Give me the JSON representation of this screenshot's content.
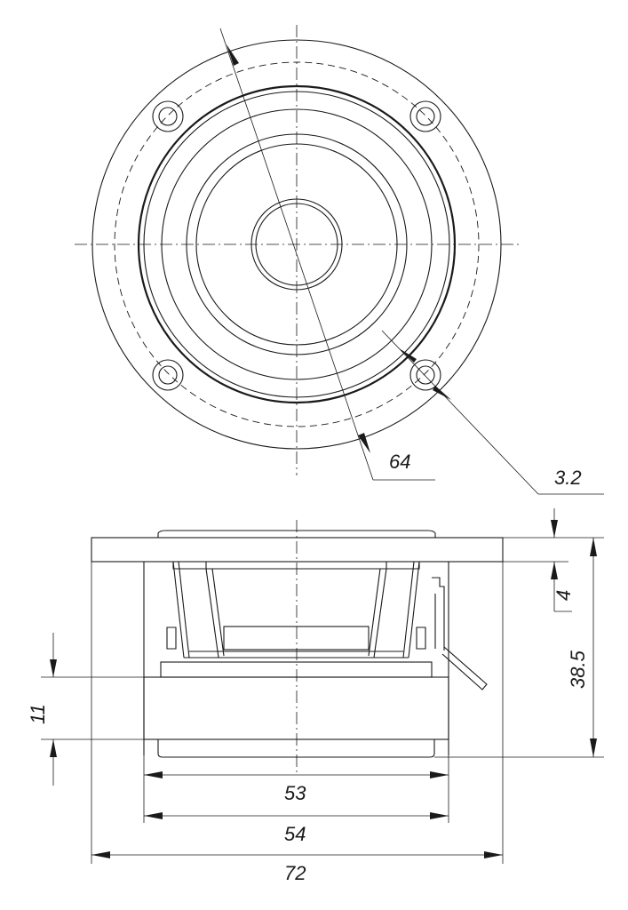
{
  "drawing": {
    "dimensions": {
      "mounting_diameter": "64",
      "hole_diameter": "3.2",
      "flange_thickness": "4",
      "total_depth": "38.5",
      "magnet_height": "11",
      "magnet_diameter": "53",
      "frame_diameter": "54",
      "flange_diameter": "72"
    }
  }
}
